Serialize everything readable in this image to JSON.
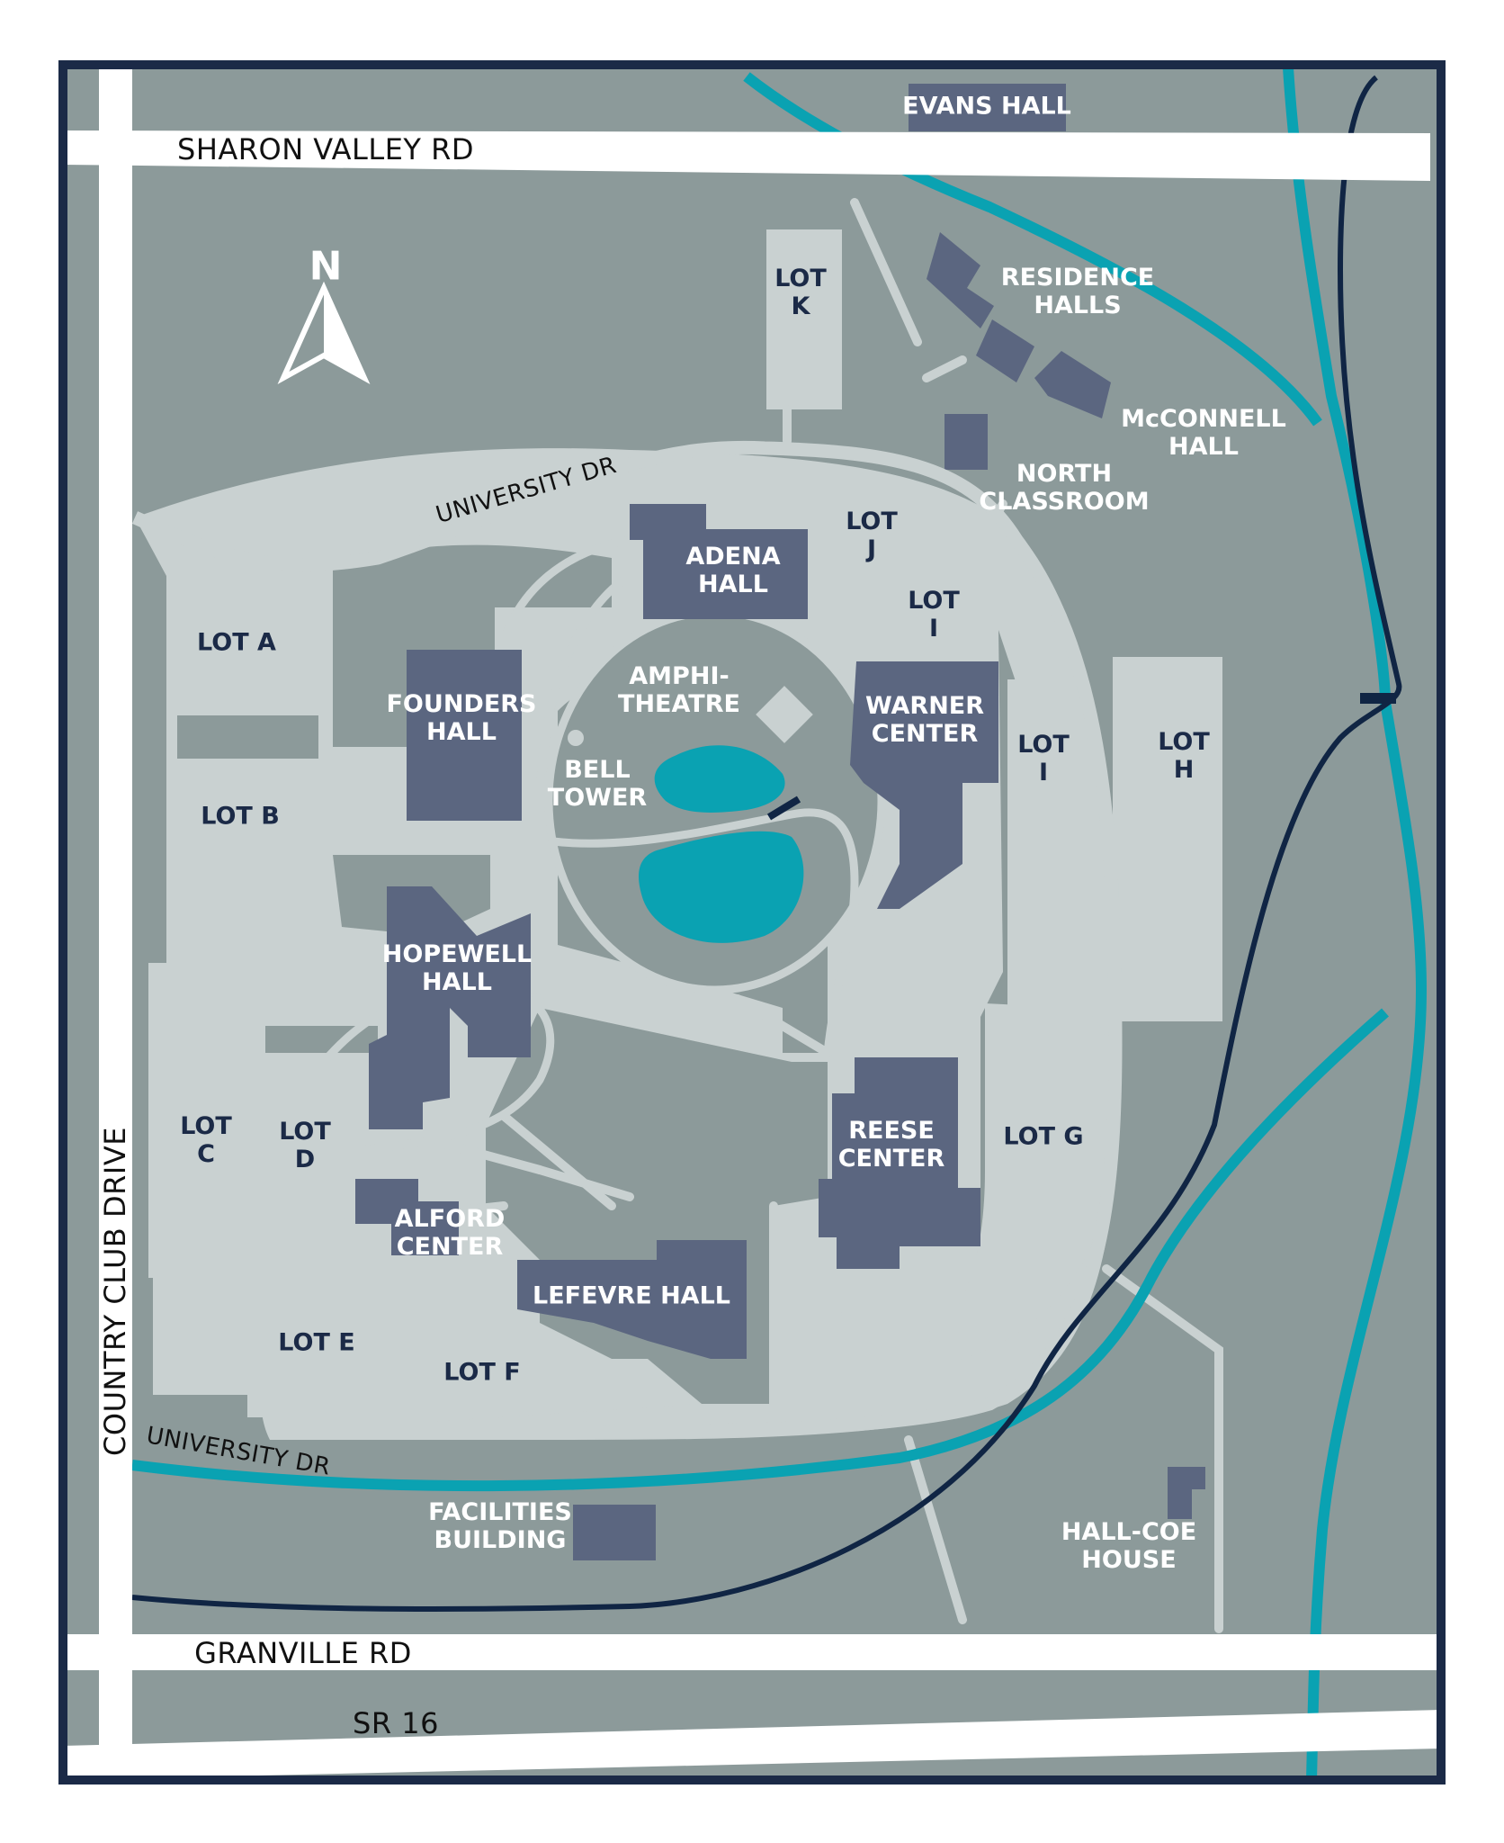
{
  "map": {
    "north": "N",
    "colors": {
      "frame": "#1b2a47",
      "ground": "#8c9a9a",
      "paved": "#c9d1d1",
      "building": "#5b6680",
      "water": "#0aa2b2",
      "rail": "#102544",
      "road": "#ffffff"
    },
    "roads": {
      "sharon_valley": "SHARON VALLEY RD",
      "university_north": "UNIVERSITY DR",
      "university_south": "UNIVERSITY DR",
      "country_club": "COUNTRY CLUB DRIVE",
      "granville": "GRANVILLE RD",
      "sr16": "SR 16"
    },
    "buildings": {
      "evans": "EVANS HALL",
      "residence": "RESIDENCE\nHALLS",
      "mcconnell": "McCONNELL\nHALL",
      "north_classroom": "NORTH\nCLASSROOM",
      "adena": "ADENA\nHALL",
      "founders": "FOUNDERS\nHALL",
      "amphitheatre": "AMPHI-\nTHEATRE",
      "bell_tower": "BELL\nTOWER",
      "warner": "WARNER\nCENTER",
      "hopewell": "HOPEWELL\nHALL",
      "reese": "REESE\nCENTER",
      "alford": "ALFORD\nCENTER",
      "lefevre": "LEFEVRE HALL",
      "facilities": "FACILITIES\nBUILDING",
      "hall_coe": "HALL-COE\nHOUSE"
    },
    "lots": {
      "k": "LOT\nK",
      "j": "LOT\nJ",
      "i_upper": "LOT\nI",
      "i_lower": "LOT\nI",
      "h": "LOT\nH",
      "a": "LOT A",
      "b": "LOT B",
      "c": "LOT\nC",
      "d": "LOT\nD",
      "e": "LOT E",
      "f": "LOT F",
      "g": "LOT G"
    }
  }
}
